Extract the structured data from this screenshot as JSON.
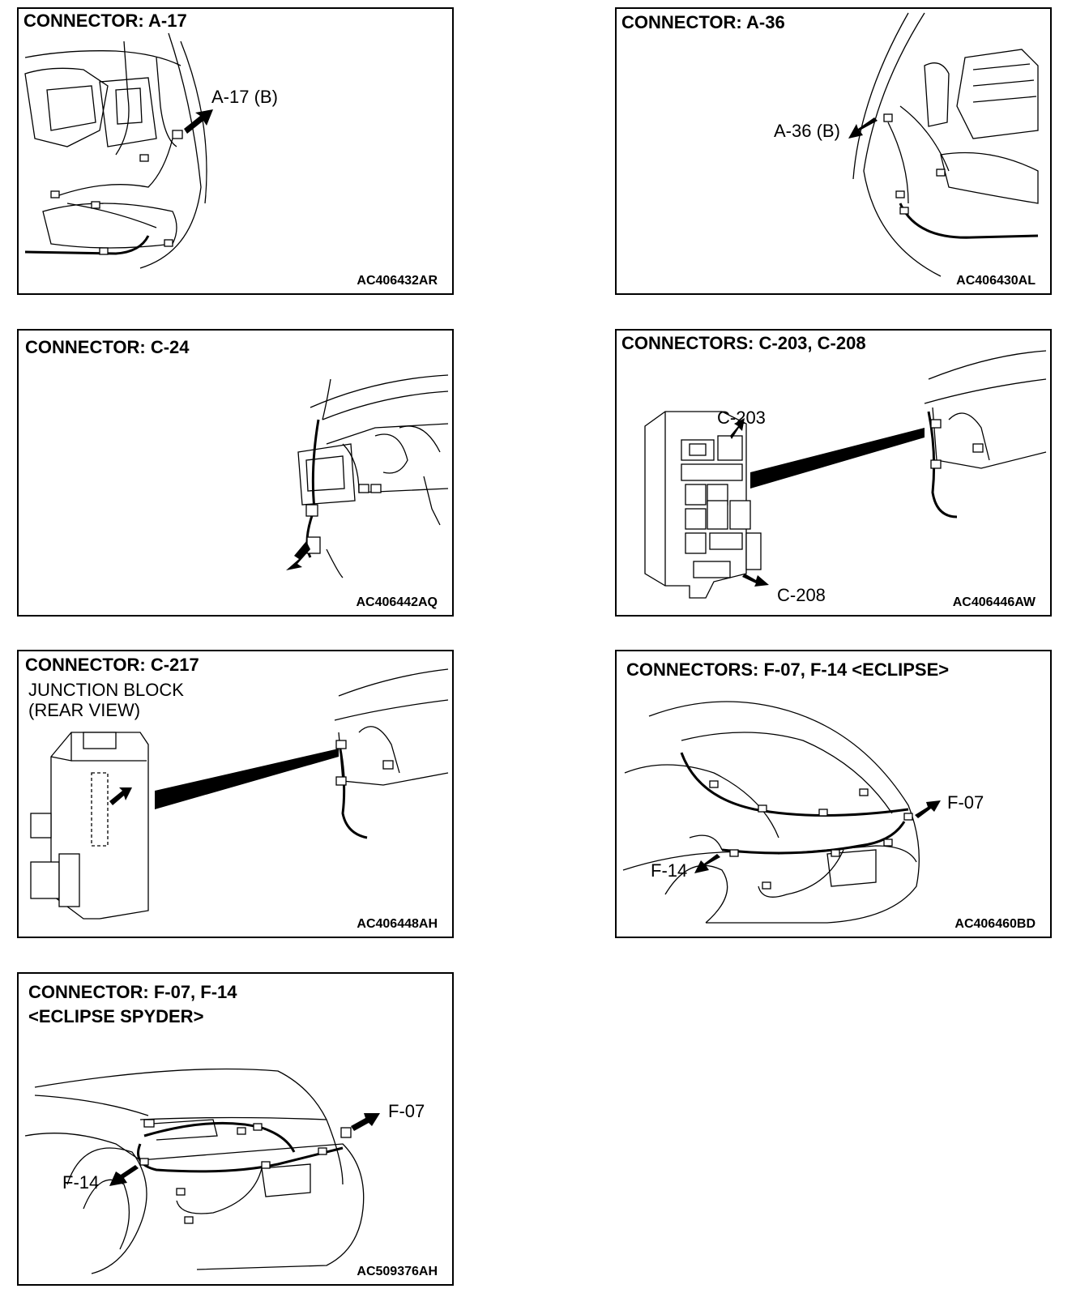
{
  "panels": [
    {
      "title": "CONNECTOR: A-17",
      "callouts": [
        "A-17 (B)"
      ],
      "code": "AC406432AR"
    },
    {
      "title": "CONNECTOR: A-36",
      "callouts": [
        "A-36 (B)"
      ],
      "code": "AC406430AL"
    },
    {
      "title": "CONNECTOR: C-24",
      "callouts": [],
      "code": "AC406442AQ"
    },
    {
      "title": "CONNECTORS: C-203, C-208",
      "callouts": [
        "C-203",
        "C-208"
      ],
      "code": "AC406446AW"
    },
    {
      "title": "CONNECTOR: C-217",
      "subtitle": [
        "JUNCTION BLOCK",
        "(REAR VIEW)"
      ],
      "callouts": [],
      "code": "AC406448AH"
    },
    {
      "title": "CONNECTORS: F-07, F-14 <ECLIPSE>",
      "callouts": [
        "F-07",
        "F-14"
      ],
      "code": "AC406460BD"
    },
    {
      "title": "CONNECTOR: F-07, F-14",
      "subtitle": [
        "<ECLIPSE SPYDER>"
      ],
      "callouts": [
        "F-07",
        "F-14"
      ],
      "code": "AC509376AH"
    }
  ]
}
